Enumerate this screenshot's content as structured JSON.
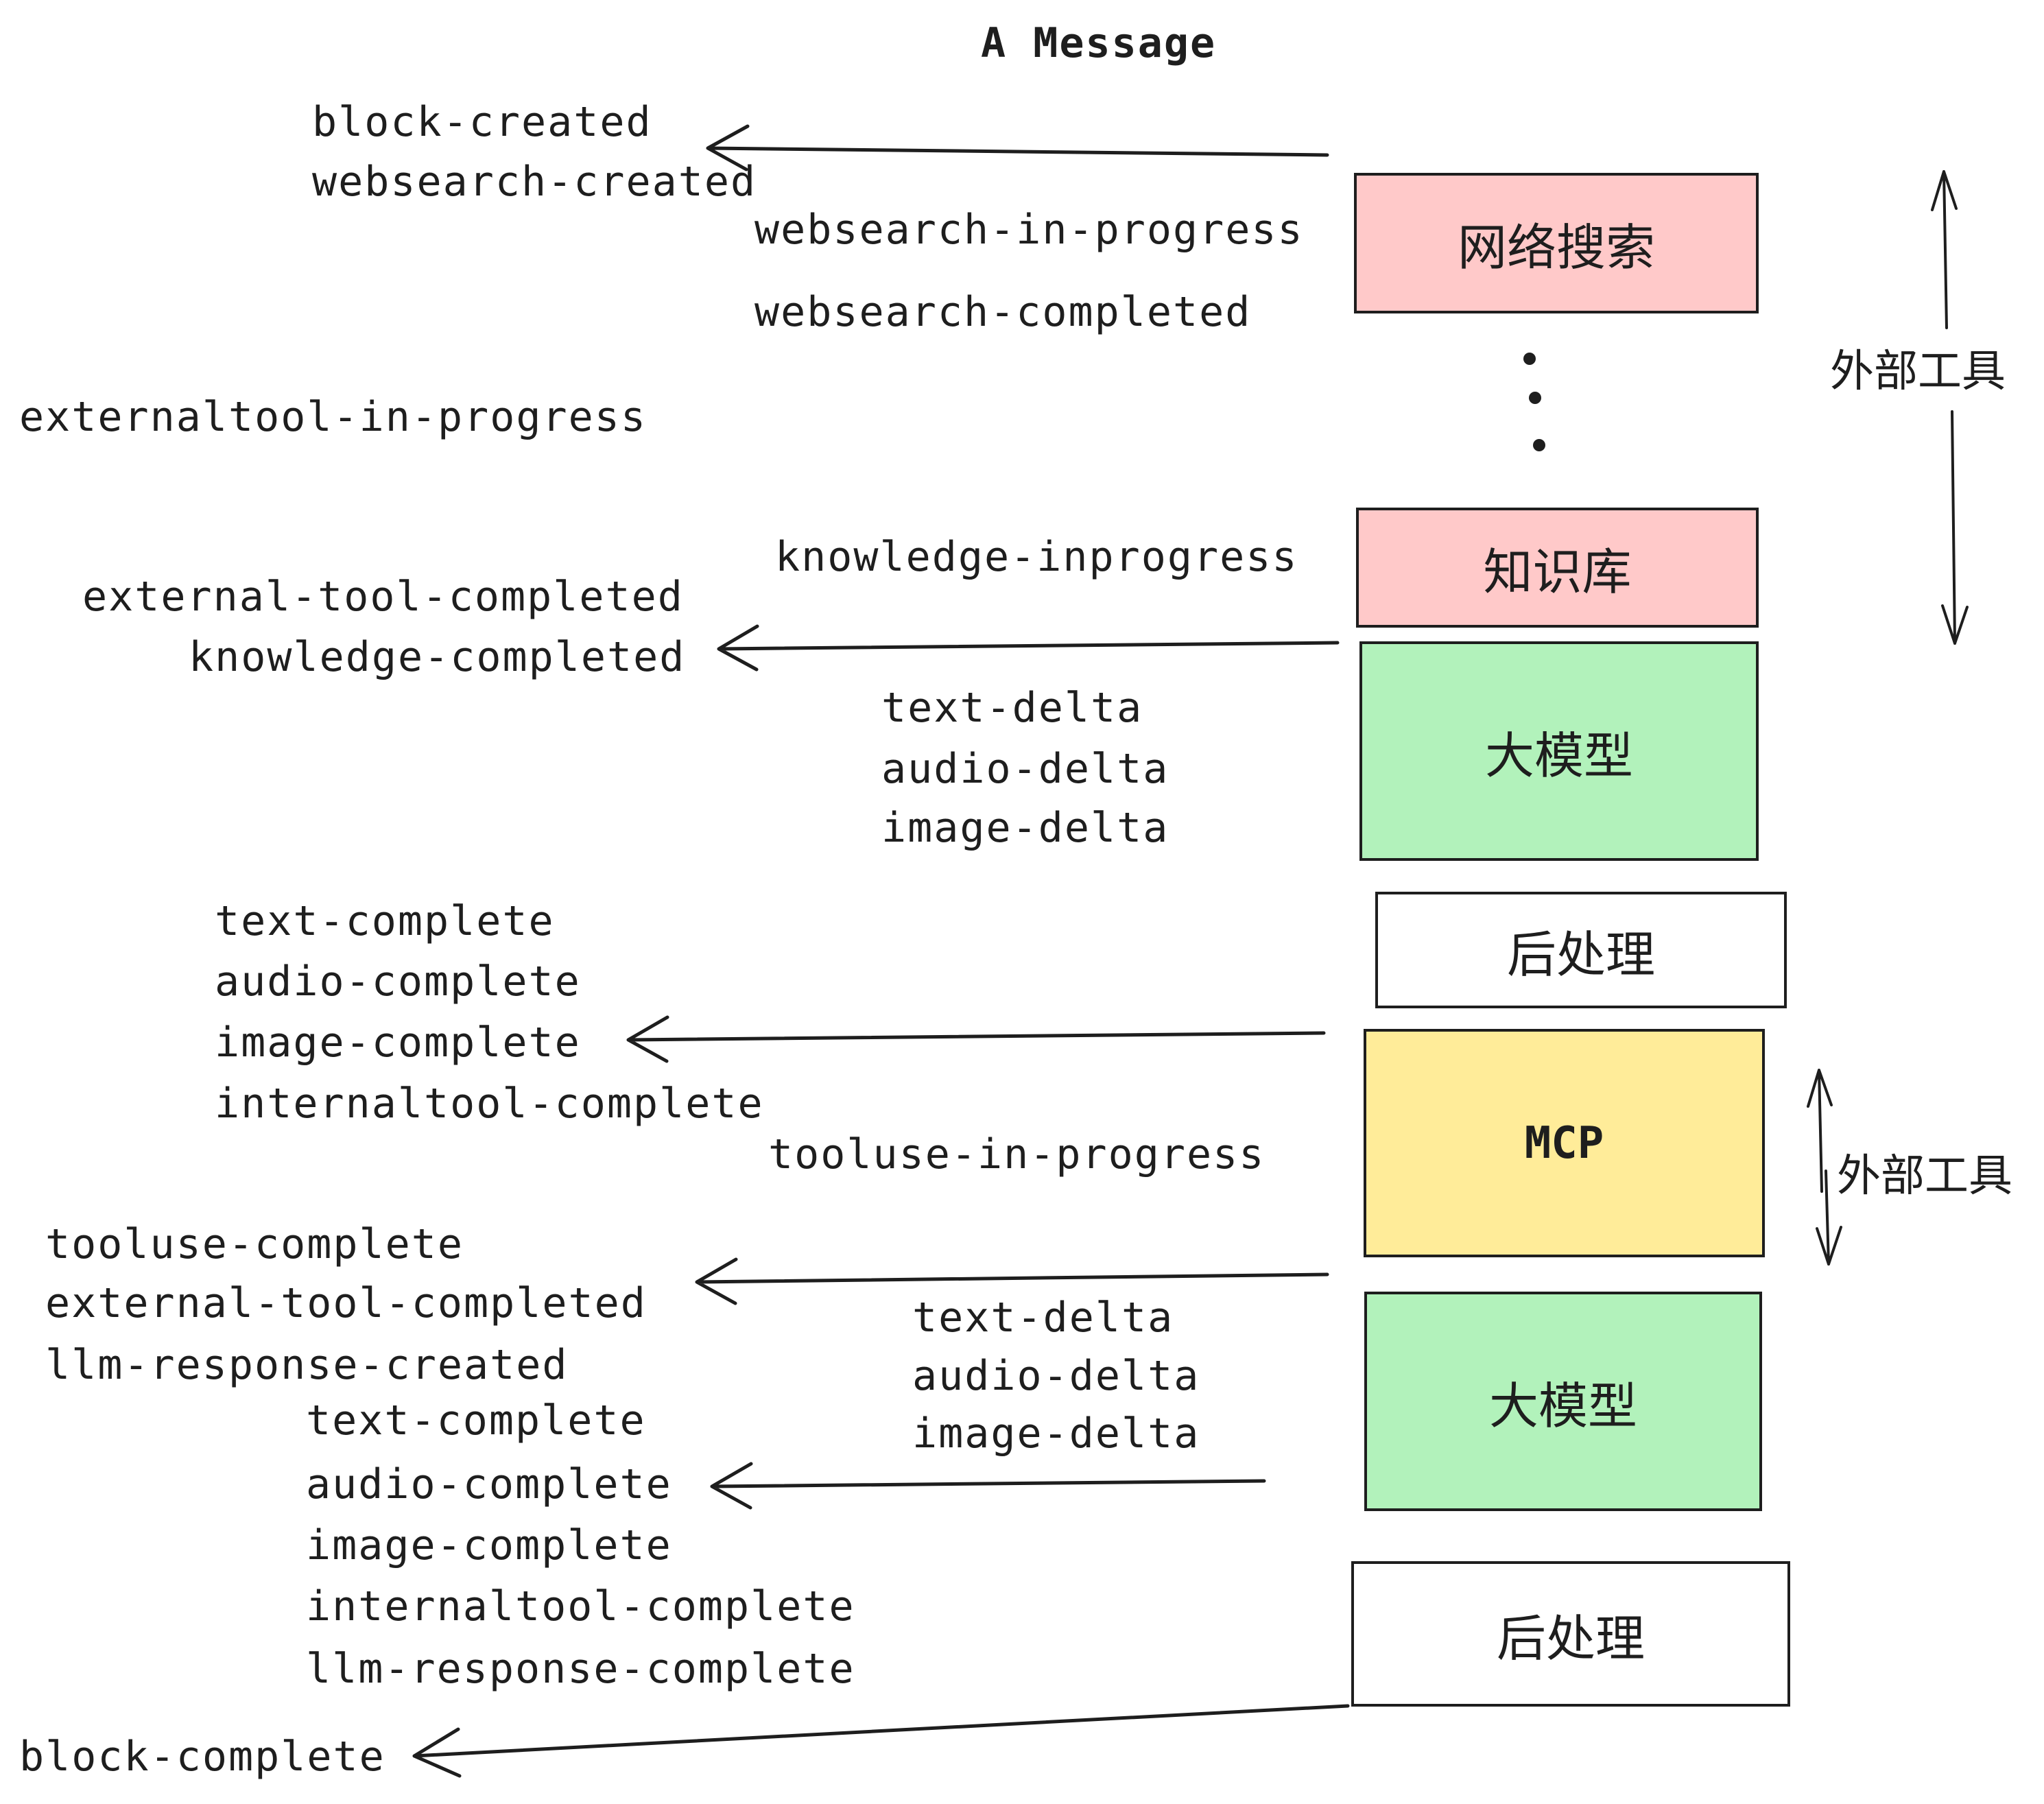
{
  "title": "A Message",
  "colors": {
    "pink": "#ffc9c9",
    "green": "#b2f2bb",
    "yellow": "#ffec99",
    "white": "#ffffff",
    "ink": "#1e1e1e"
  },
  "events": [
    {
      "id": "block-created",
      "label": "block-created"
    },
    {
      "id": "websearch-created",
      "label": "websearch-created"
    },
    {
      "id": "websearch-in-progress",
      "label": "websearch-in-progress"
    },
    {
      "id": "websearch-completed",
      "label": "websearch-completed"
    },
    {
      "id": "externaltool-in-progress",
      "label": "externaltool-in-progress"
    },
    {
      "id": "knowledge-inprogress",
      "label": "knowledge-inprogress"
    },
    {
      "id": "external-tool-completed-1",
      "label": "external-tool-completed"
    },
    {
      "id": "knowledge-completed",
      "label": "knowledge-completed"
    },
    {
      "id": "text-delta-1",
      "label": "text-delta"
    },
    {
      "id": "audio-delta-1",
      "label": "audio-delta"
    },
    {
      "id": "image-delta-1",
      "label": "image-delta"
    },
    {
      "id": "text-complete-1",
      "label": "text-complete"
    },
    {
      "id": "audio-complete-1",
      "label": "audio-complete"
    },
    {
      "id": "image-complete-1",
      "label": "image-complete"
    },
    {
      "id": "internaltool-complete-1",
      "label": "internaltool-complete"
    },
    {
      "id": "tooluse-in-progress",
      "label": "tooluse-in-progress"
    },
    {
      "id": "tooluse-complete",
      "label": "tooluse-complete"
    },
    {
      "id": "external-tool-completed-2",
      "label": "external-tool-completed"
    },
    {
      "id": "llm-response-created",
      "label": "llm-response-created"
    },
    {
      "id": "text-delta-2",
      "label": "text-delta"
    },
    {
      "id": "audio-delta-2",
      "label": "audio-delta"
    },
    {
      "id": "image-delta-2",
      "label": "image-delta"
    },
    {
      "id": "text-complete-2",
      "label": "text-complete"
    },
    {
      "id": "audio-complete-2",
      "label": "audio-complete"
    },
    {
      "id": "image-complete-2",
      "label": "image-complete"
    },
    {
      "id": "internaltool-complete-2",
      "label": "internaltool-complete"
    },
    {
      "id": "llm-response-complete",
      "label": "llm-response-complete"
    },
    {
      "id": "block-complete",
      "label": "block-complete"
    }
  ],
  "boxes": [
    {
      "id": "websearch",
      "label": "网络搜索",
      "color": "pink"
    },
    {
      "id": "knowledge",
      "label": "知识库",
      "color": "pink"
    },
    {
      "id": "llm-1",
      "label": "大模型",
      "color": "green"
    },
    {
      "id": "post-1",
      "label": "后处理",
      "color": "white"
    },
    {
      "id": "mcp",
      "label": "MCP",
      "color": "yellow"
    },
    {
      "id": "llm-2",
      "label": "大模型",
      "color": "green"
    },
    {
      "id": "post-2",
      "label": "后处理",
      "color": "white"
    }
  ],
  "side_labels": [
    {
      "id": "external-tools-1",
      "label": "外部工具"
    },
    {
      "id": "external-tools-2",
      "label": "外部工具"
    }
  ]
}
